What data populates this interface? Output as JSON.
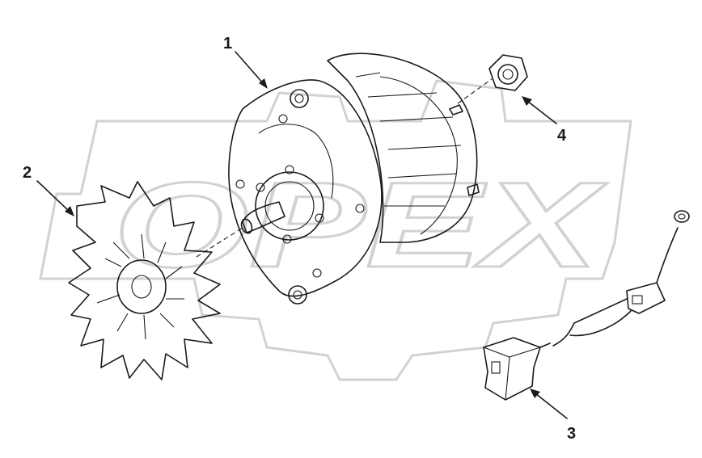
{
  "callouts": [
    {
      "id": "1",
      "label": "1",
      "part": "alternator"
    },
    {
      "id": "2",
      "label": "2",
      "part": "fan"
    },
    {
      "id": "3",
      "label": "3",
      "part": "wiring-harness-connector"
    },
    {
      "id": "4",
      "label": "4",
      "part": "nut"
    }
  ],
  "watermark": {
    "text": "OPEX",
    "color": "#d2d2d2"
  },
  "colors": {
    "ink": "#1a1a1a",
    "background": "#ffffff"
  }
}
